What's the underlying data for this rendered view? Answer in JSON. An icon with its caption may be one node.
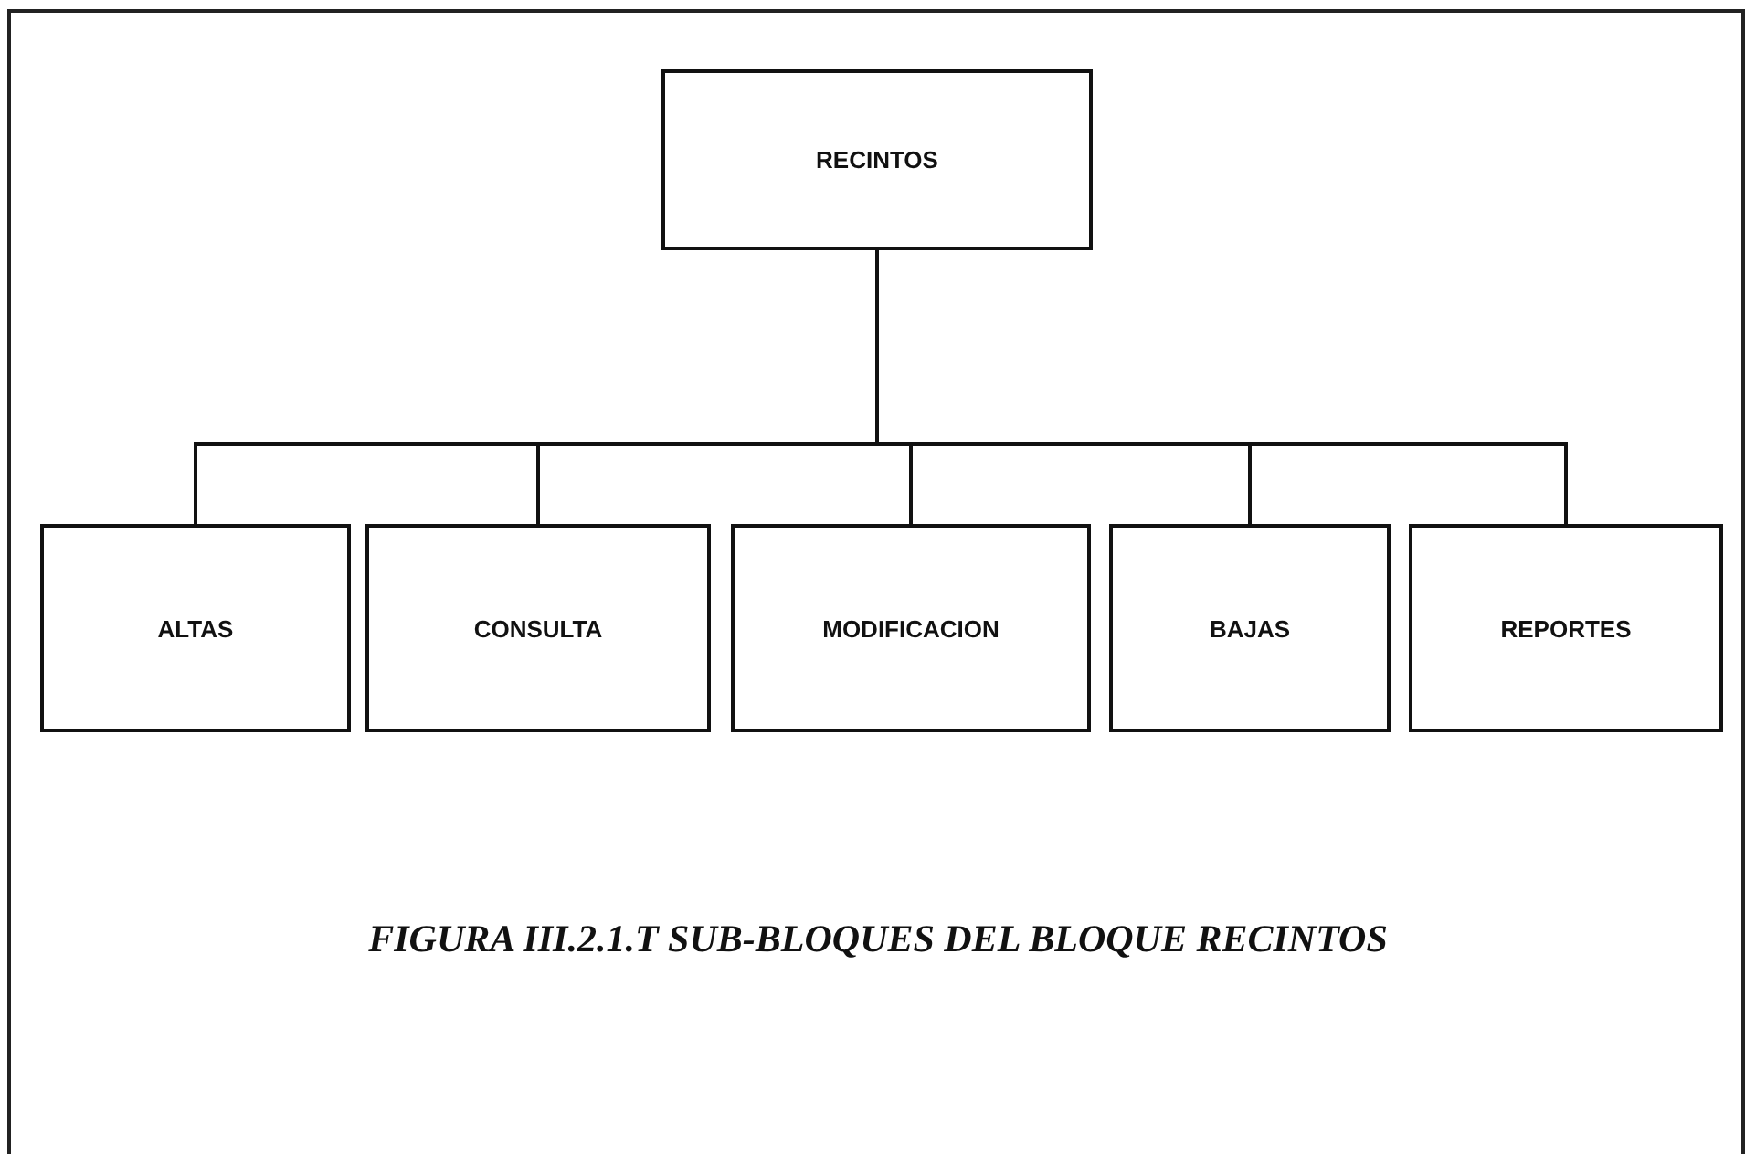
{
  "diagram": {
    "caption": "FIGURA III.2.1.T SUB-BLOQUES DEL BLOQUE RECINTOS",
    "nodes": [
      {
        "text": [
          "RECINTOS"
        ]
      },
      {
        "text": [
          "ALTAS"
        ]
      },
      {
        "text": [
          "CONSULTA"
        ]
      },
      {
        "text": [
          "MODIFICACION"
        ]
      },
      {
        "text": [
          "BAJAS"
        ]
      },
      {
        "text": [
          "REPORTES"
        ]
      }
    ],
    "edges": [
      {
        "from": 0,
        "to": 1,
        "arrow": "none"
      },
      {
        "from": 0,
        "to": 2,
        "arrow": "none"
      },
      {
        "from": 0,
        "to": 3,
        "arrow": "none"
      },
      {
        "from": 0,
        "to": 4,
        "arrow": "none"
      },
      {
        "from": 0,
        "to": 5,
        "arrow": "none"
      }
    ]
  }
}
